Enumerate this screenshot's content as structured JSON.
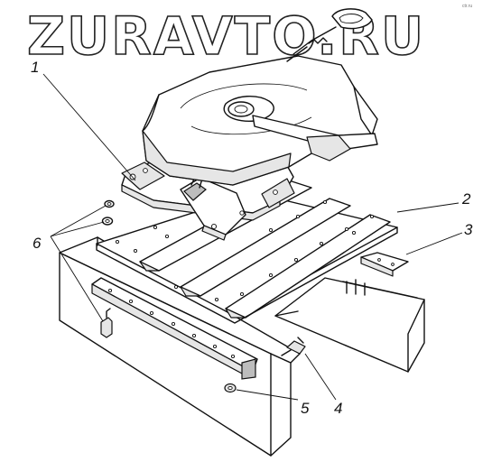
{
  "watermark": "ZURAVTO.RU",
  "corner_mark": "ctr.ru",
  "callouts": [
    {
      "id": "1",
      "label": "1"
    },
    {
      "id": "2",
      "label": "2"
    },
    {
      "id": "3",
      "label": "3"
    },
    {
      "id": "4",
      "label": "4"
    },
    {
      "id": "5",
      "label": "5"
    },
    {
      "id": "6",
      "label": "6"
    }
  ]
}
